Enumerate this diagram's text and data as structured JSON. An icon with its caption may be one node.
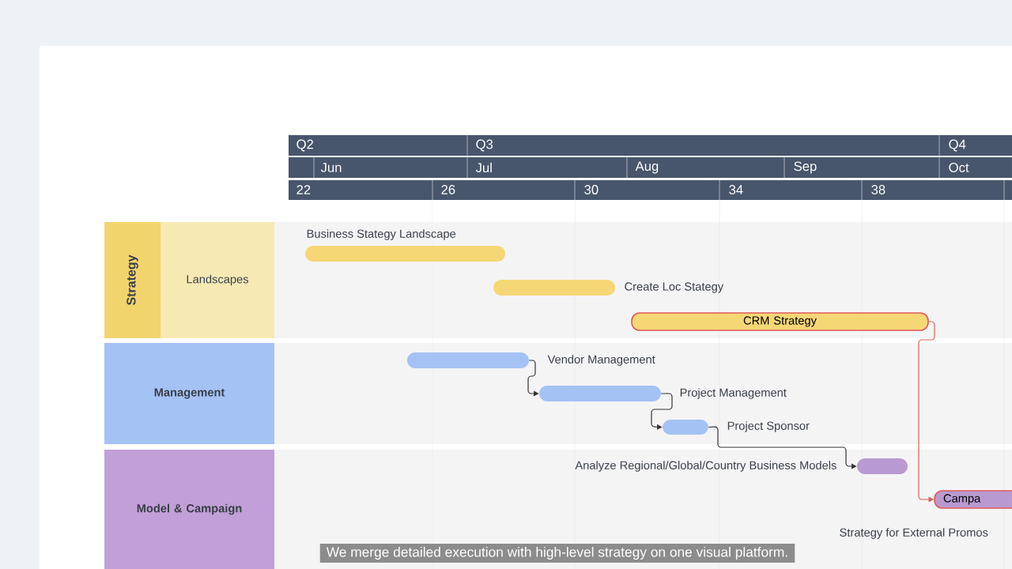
{
  "diagram": {
    "caption": "We merge detailed execution with high-level strategy on one visual platform.",
    "nodes": [
      {
        "text": [
          "Strategy"
        ]
      },
      {
        "text": [
          "Landscapes"
        ]
      },
      {
        "text": [
          "Management"
        ]
      },
      {
        "text": [
          "Model & Campaign"
        ]
      },
      {
        "text": [],
        "shape": "bar",
        "beside": [
          "Business Stategy Landscape"
        ]
      },
      {
        "text": [],
        "shape": "bar",
        "beside": [
          "Create Loc Stategy"
        ]
      },
      {
        "text": [
          "CRM Strategy"
        ]
      },
      {
        "text": [],
        "shape": "bar",
        "beside": [
          "Vendor Management"
        ]
      },
      {
        "text": [],
        "shape": "bar",
        "beside": [
          "Project Management"
        ]
      },
      {
        "text": [],
        "shape": "bar",
        "beside": [
          "Project Sponsor"
        ]
      },
      {
        "text": [],
        "shape": "bar",
        "beside": [
          "Analyze Regional/Global/Country Business Models"
        ]
      },
      {
        "text": [
          "Campa"
        ],
        "beside": [
          "Strategy for External Promos"
        ]
      }
    ],
    "edges": [
      {
        "from": 7,
        "to": 8,
        "arrow": "to"
      },
      {
        "from": 8,
        "to": 9,
        "arrow": "to"
      },
      {
        "from": 9,
        "to": 10,
        "arrow": "to"
      },
      {
        "from": 6,
        "to": 11,
        "arrow": "to",
        "color": "#e05a5a"
      }
    ],
    "labels": [
      "Q2",
      "Q3",
      "Q4",
      "Jun",
      "Jul",
      "Aug",
      "Sep",
      "Oct",
      "22",
      "26",
      "30",
      "34",
      "38"
    ]
  }
}
